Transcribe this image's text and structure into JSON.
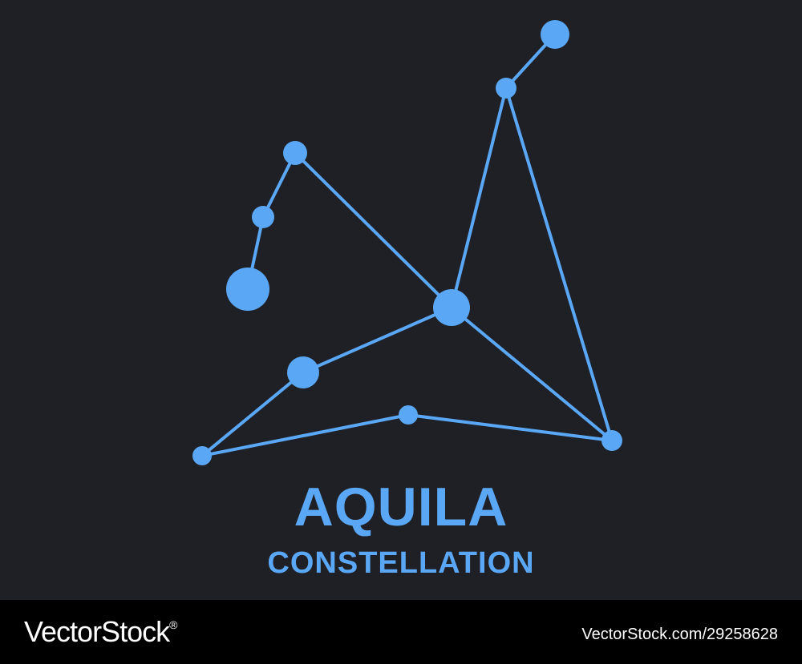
{
  "constellation": {
    "name": "AQUILA",
    "subtitle": "CONSTELLATION",
    "color": "#5aa8f5",
    "background": "#1f1f26"
  },
  "footer": {
    "brand": "VectorStock",
    "registered_mark": "®",
    "image_id": "VectorStock.com/29258628",
    "background": "#000000"
  }
}
